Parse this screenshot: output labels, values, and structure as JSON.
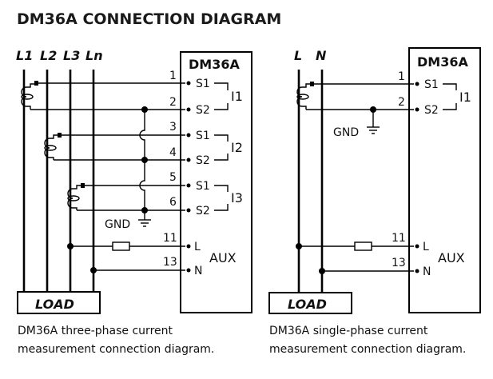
{
  "title": "DM36A CONNECTION DIAGRAM",
  "three_phase": {
    "phase_labels": [
      "L1",
      "L2",
      "L3",
      "Ln"
    ],
    "device": "DM36A",
    "terminals": [
      {
        "num": "1",
        "label": "S1"
      },
      {
        "num": "2",
        "label": "S2"
      },
      {
        "num": "3",
        "label": "S1"
      },
      {
        "num": "4",
        "label": "S2"
      },
      {
        "num": "5",
        "label": "S1"
      },
      {
        "num": "6",
        "label": "S2"
      },
      {
        "num": "11",
        "label": "L"
      },
      {
        "num": "13",
        "label": "N"
      }
    ],
    "groups": [
      "I1",
      "I2",
      "I3"
    ],
    "aux": "AUX",
    "gnd": "GND",
    "load": "LOAD",
    "caption": [
      "DM36A three-phase current",
      "measurement connection diagram."
    ]
  },
  "single_phase": {
    "phase_labels": [
      "L",
      "N"
    ],
    "device": "DM36A",
    "terminals": [
      {
        "num": "1",
        "label": "S1"
      },
      {
        "num": "2",
        "label": "S2"
      },
      {
        "num": "11",
        "label": "L"
      },
      {
        "num": "13",
        "label": "N"
      }
    ],
    "groups": [
      "I1"
    ],
    "aux": "AUX",
    "gnd": "GND",
    "load": "LOAD",
    "caption": [
      "DM36A single-phase current",
      "measurement connection diagram."
    ]
  }
}
